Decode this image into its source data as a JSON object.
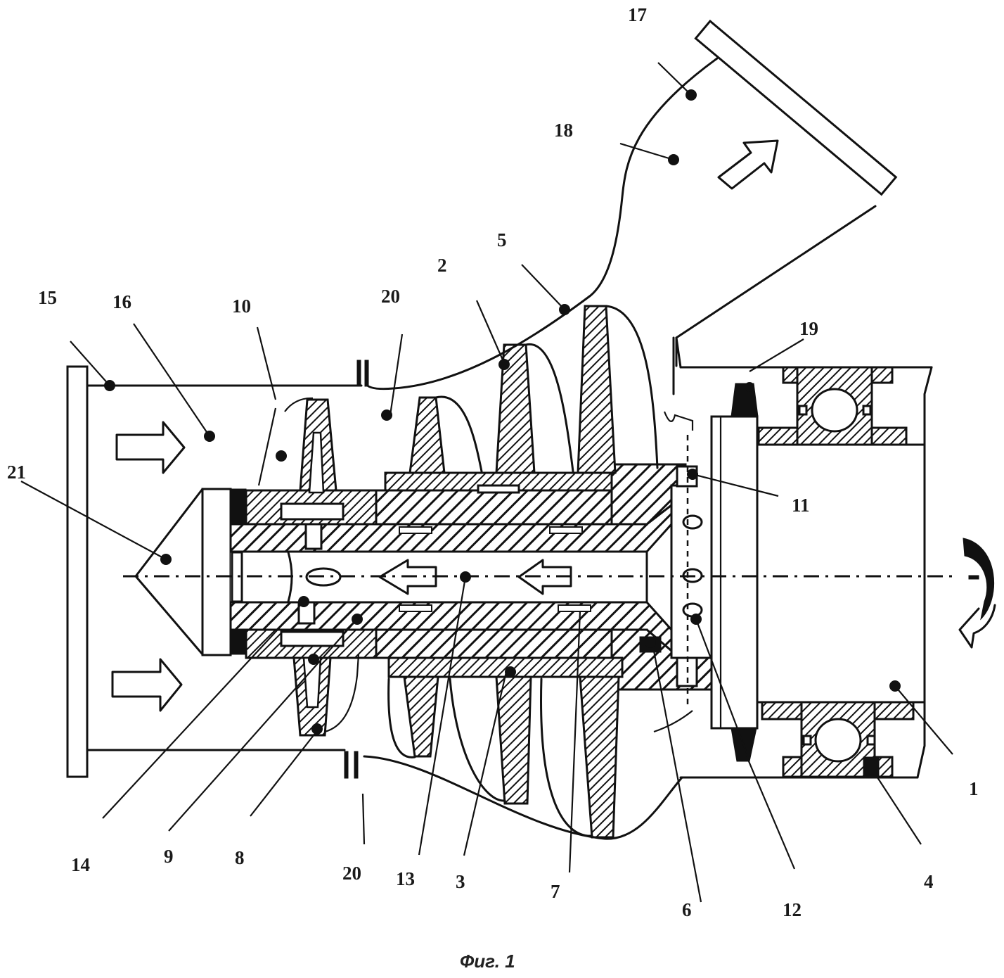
{
  "figure": {
    "caption": "Фиг. 1",
    "type": "patent cross-section drawing",
    "colors": {
      "ink": "#111111",
      "paper": "#ffffff"
    }
  },
  "labels": [
    {
      "id": "1",
      "text": "1"
    },
    {
      "id": "2",
      "text": "2"
    },
    {
      "id": "3",
      "text": "3"
    },
    {
      "id": "4",
      "text": "4"
    },
    {
      "id": "5",
      "text": "5"
    },
    {
      "id": "6",
      "text": "6"
    },
    {
      "id": "7",
      "text": "7"
    },
    {
      "id": "8",
      "text": "8"
    },
    {
      "id": "9",
      "text": "9"
    },
    {
      "id": "10",
      "text": "10"
    },
    {
      "id": "11",
      "text": "11"
    },
    {
      "id": "12",
      "text": "12"
    },
    {
      "id": "13",
      "text": "13"
    },
    {
      "id": "14",
      "text": "14"
    },
    {
      "id": "15",
      "text": "15"
    },
    {
      "id": "16",
      "text": "16"
    },
    {
      "id": "17",
      "text": "17"
    },
    {
      "id": "18",
      "text": "18"
    },
    {
      "id": "19",
      "text": "19"
    },
    {
      "id": "20a",
      "text": "20"
    },
    {
      "id": "20b",
      "text": "20"
    },
    {
      "id": "21",
      "text": "21"
    }
  ],
  "icons": {
    "flow_arrow": "hollow-block-arrow",
    "rotation": "curved-rotation-arrow"
  }
}
